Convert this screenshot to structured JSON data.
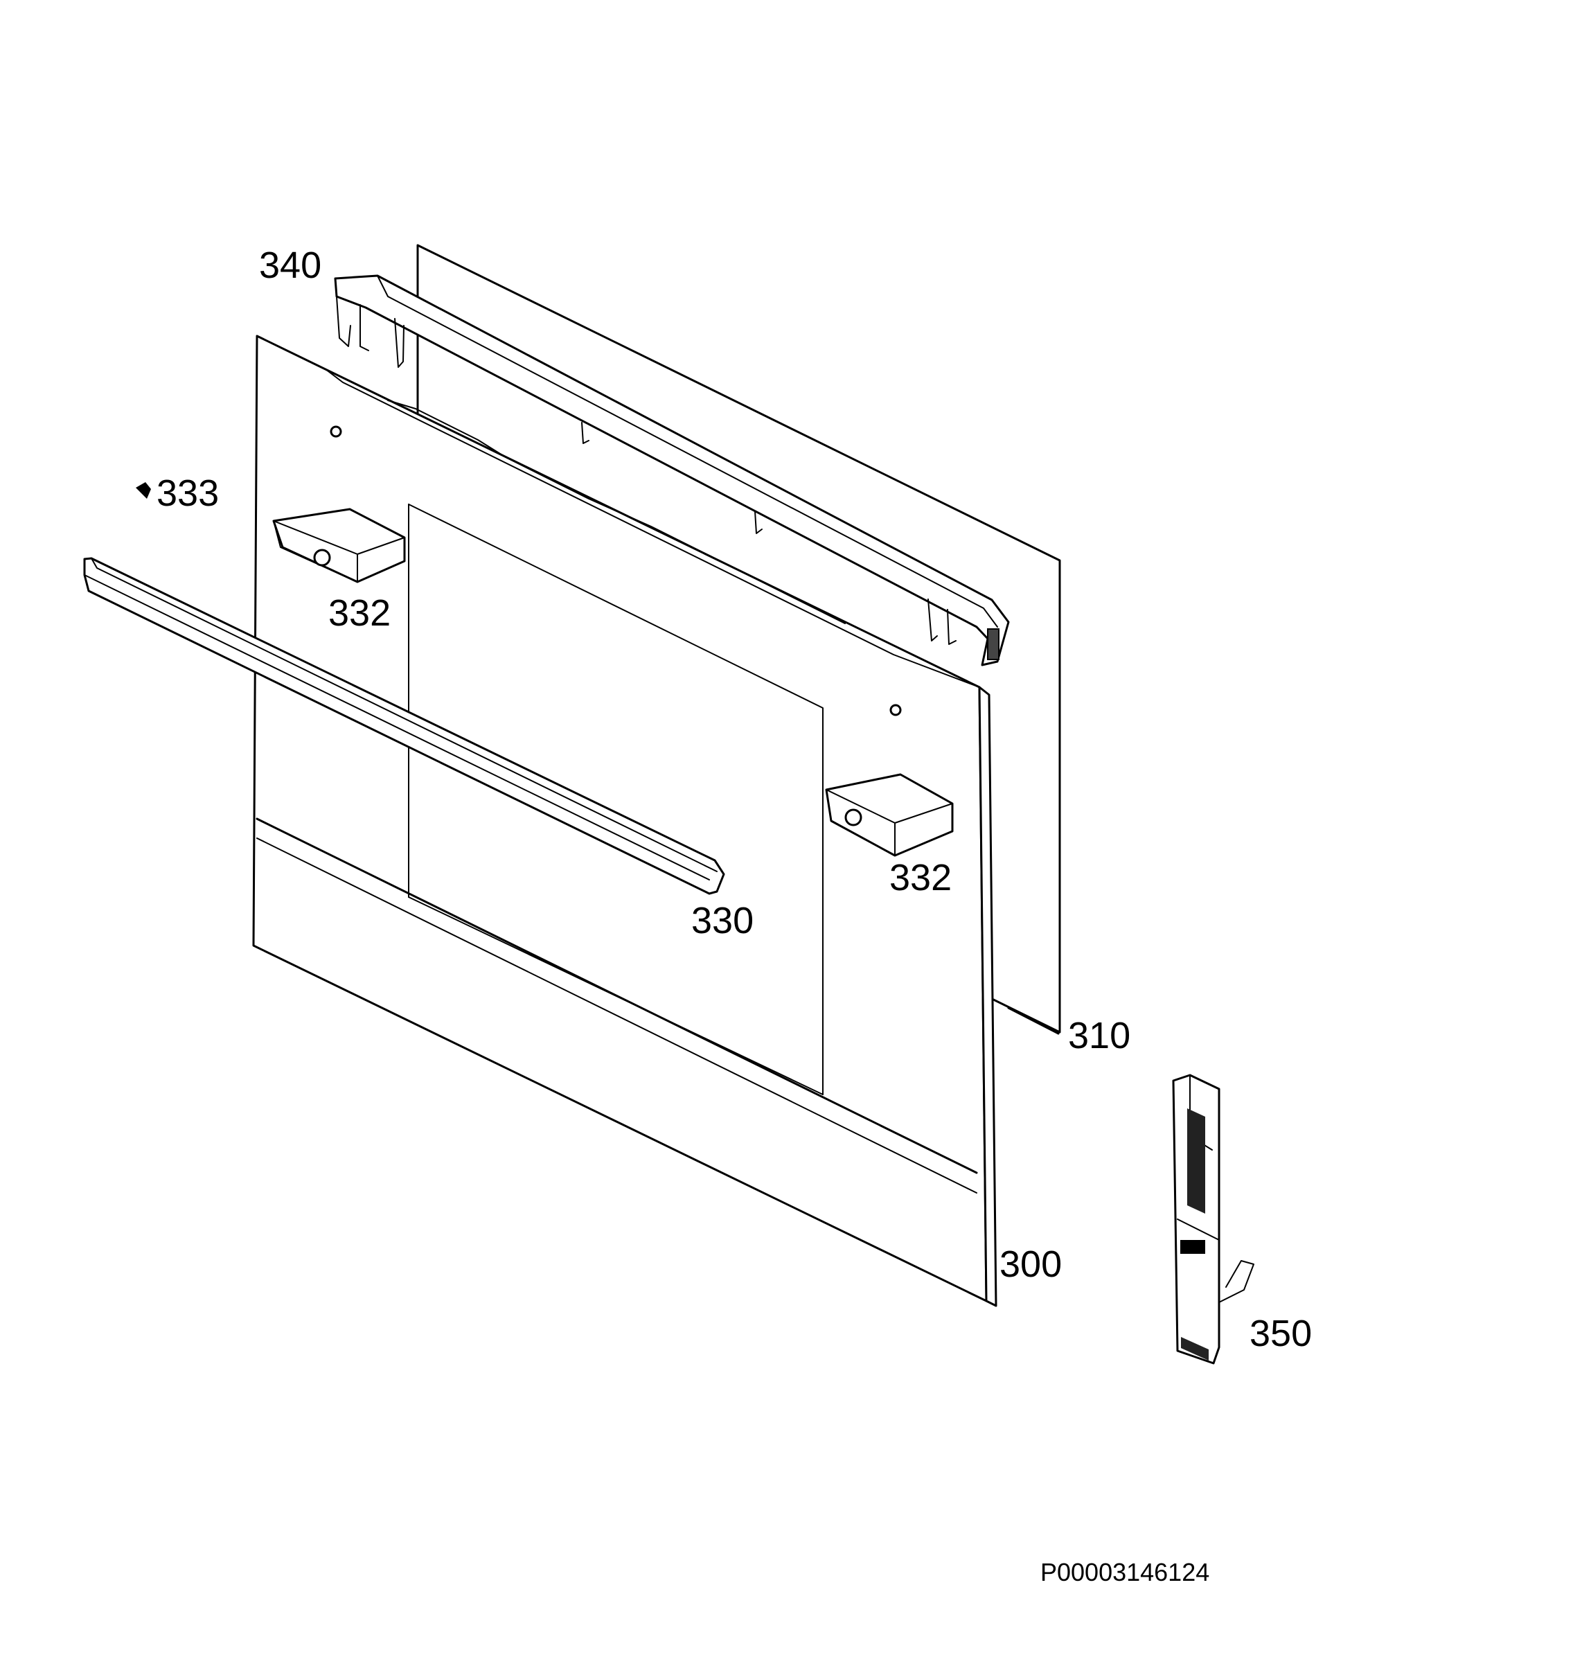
{
  "diagram": {
    "callouts": [
      {
        "id": "340",
        "text": "340"
      },
      {
        "id": "333",
        "text": "333"
      },
      {
        "id": "332a",
        "text": "332"
      },
      {
        "id": "332b",
        "text": "332"
      },
      {
        "id": "330",
        "text": "330"
      },
      {
        "id": "310",
        "text": "310"
      },
      {
        "id": "300",
        "text": "300"
      },
      {
        "id": "350",
        "text": "350"
      }
    ],
    "document_number": "P00003146124"
  }
}
